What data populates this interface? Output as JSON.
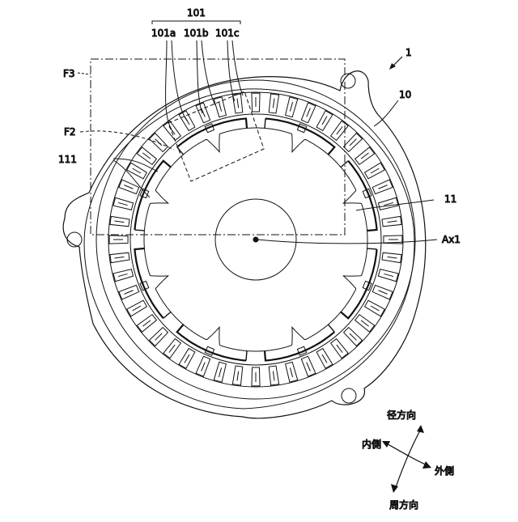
{
  "figure_number": "1",
  "labels": {
    "group_101": "101",
    "sub_a": "101a",
    "sub_b": "101b",
    "sub_c": "101c",
    "frame_f3": "F3",
    "detail_f2": "F2",
    "part_111": "111",
    "part_10": "10",
    "part_11": "11",
    "axis_ax1": "Ax1"
  },
  "directions": {
    "radial": "径方向",
    "inner": "内側",
    "outer": "外側",
    "circumferential": "周方向"
  },
  "colors": {
    "line": "#111111",
    "background": "#ffffff"
  }
}
